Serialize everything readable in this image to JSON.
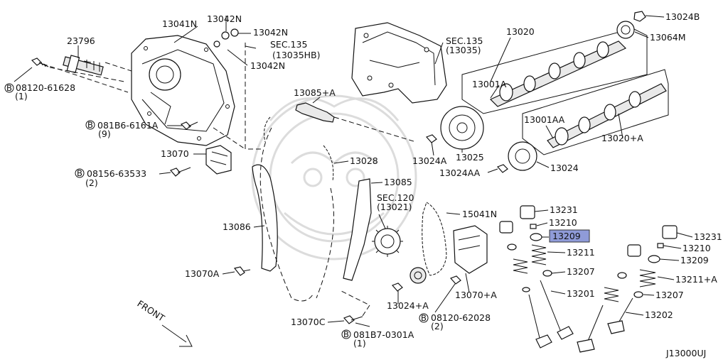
{
  "parts": {
    "p13041N": "13041N",
    "p13042N_a": "13042N",
    "p13042N_b": "13042N",
    "p13042N_c": "13042N",
    "sec135_hb_a": "SEC.135",
    "sec135_hb_b": "(13035HB)",
    "p23796": "23796",
    "bolt_08120_61628": "08120-61628",
    "bolt_08120_61628_qty": "(1)",
    "bolt_081B6_6161A": "081B6-6161A",
    "bolt_081B6_6161A_qty": "(9)",
    "p13085A": "13085+A",
    "p13070": "13070",
    "bolt_08156_63533": "08156-63533",
    "bolt_08156_63533_qty": "(2)",
    "p13028": "13028",
    "p13085": "13085",
    "sec120_a": "SEC.120",
    "sec120_b": "(13021)",
    "p15041N": "15041N",
    "p13086": "13086",
    "p13070A": "13070A",
    "p13024A_lower": "13024+A",
    "p13070A_right": "13070+A",
    "bolt_08120_62028": "08120-62028",
    "bolt_08120_62028_qty": "(2)",
    "p13070C": "13070C",
    "bolt_081B7_0301A": "081B7-0301A",
    "bolt_081B7_0301A_qty": "(1)",
    "sec135_a": "SEC.135",
    "sec135_b": "(13035)",
    "p13020": "13020",
    "p13024B": "13024B",
    "p13064M": "13064M",
    "p13001A": "13001A",
    "p13001AA": "13001AA",
    "p13020A": "13020+A",
    "p13024A_top": "13024A",
    "p13025": "13025",
    "p13024AA": "13024AA",
    "p13024": "13024",
    "p13231_a": "13231",
    "p13210_a": "13210",
    "p13209_a": "13209",
    "p13211": "13211",
    "p13207_a": "13207",
    "p13201": "13201",
    "p13231_b": "13231",
    "p13210_b": "13210",
    "p13209_b": "13209",
    "p13211A": "13211+A",
    "p13207_b": "13207",
    "p13202": "13202",
    "bolt_prefix": "B"
  },
  "front_label": "FRONT",
  "diagram_code": "J13000UJ",
  "highlight_color": "#8f9bd8"
}
